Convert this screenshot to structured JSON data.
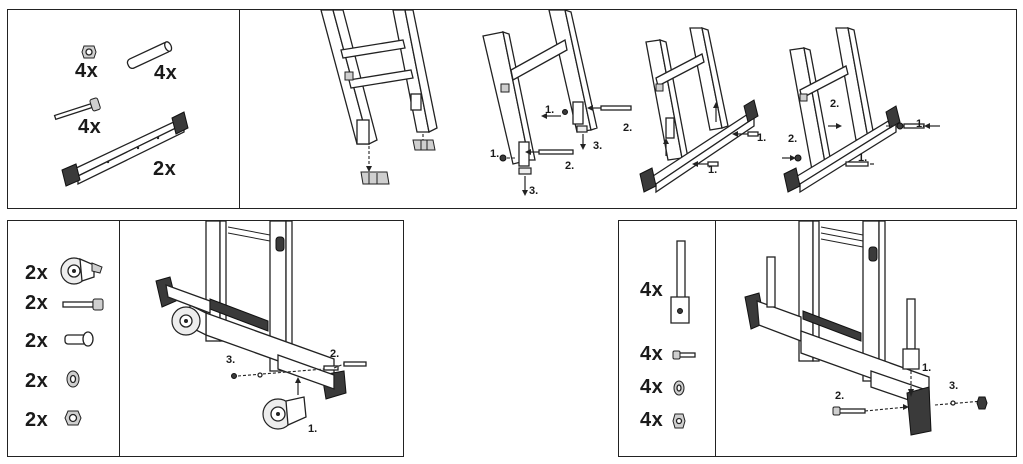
{
  "panel1": {
    "parts_quantities": [
      "4x",
      "4x",
      "4x",
      "2x"
    ],
    "step_labels": [
      "1.",
      "2.",
      "3.",
      "1.",
      "2.",
      "3.",
      "1.",
      "2.",
      "1.",
      "1.",
      "2.",
      "2.",
      "1.",
      "1."
    ]
  },
  "panel2": {
    "parts_quantities": [
      "2x",
      "2x",
      "2x",
      "2x",
      "2x"
    ],
    "step_labels": [
      "3.",
      "2.",
      "1."
    ]
  },
  "panel3": {
    "parts_quantities": [
      "4x",
      "4x",
      "4x",
      "4x"
    ],
    "step_labels": [
      "1.",
      "2.",
      "3."
    ]
  },
  "icons": [
    "nut-icon",
    "pin-icon",
    "bolt-icon",
    "foot-bar-icon",
    "ladder-frame-icon",
    "caster-wheel-icon",
    "washer-icon",
    "bracket-icon",
    "arrow-icon"
  ],
  "colors": {
    "line": "#222222",
    "dark_part": "#3a3a3a",
    "fill": "#ffffff"
  }
}
